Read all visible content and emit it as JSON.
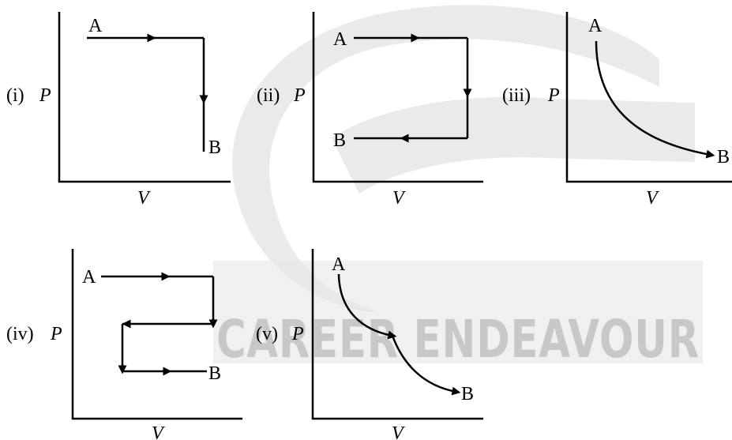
{
  "watermark": {
    "text": "CAREER ENDEAVOUR",
    "color": "#c8c8c8"
  },
  "colors": {
    "ink": "#000000",
    "background": "#ffffff"
  },
  "graphs": [
    {
      "id": "i",
      "label": "(i)",
      "y_axis": "P",
      "x_axis": "V",
      "start": "A",
      "end": "B"
    },
    {
      "id": "ii",
      "label": "(ii)",
      "y_axis": "P",
      "x_axis": "V",
      "start": "A",
      "end": "B"
    },
    {
      "id": "iii",
      "label": "(iii)",
      "y_axis": "P",
      "x_axis": "V",
      "start": "A",
      "end": "B"
    },
    {
      "id": "iv",
      "label": "(iv)",
      "y_axis": "P",
      "x_axis": "V",
      "start": "A",
      "end": "B"
    },
    {
      "id": "v",
      "label": "(v)",
      "y_axis": "P",
      "x_axis": "V",
      "start": "A",
      "end": "B"
    }
  ]
}
